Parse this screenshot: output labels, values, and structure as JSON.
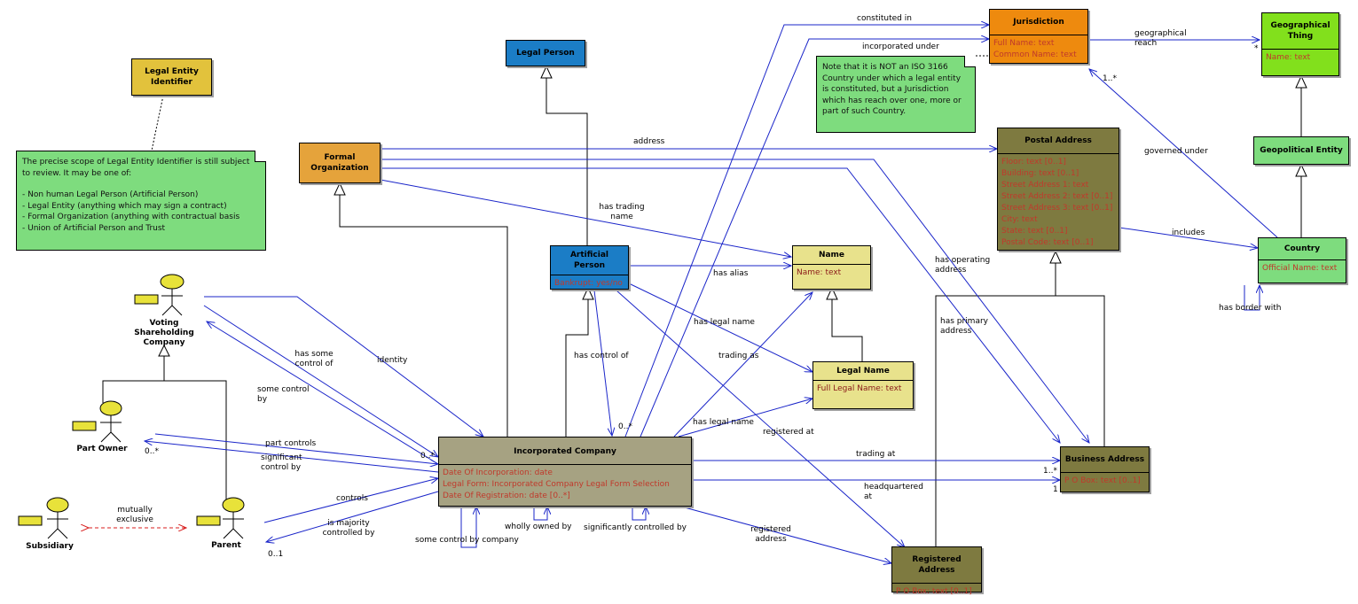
{
  "classes": {
    "legal_entity_identifier": {
      "name": "Legal Entity Identifier"
    },
    "legal_person": {
      "name": "Legal Person"
    },
    "formal_organization": {
      "name": "Formal Organization"
    },
    "artificial_person": {
      "name": "Artificial Person",
      "attrs": [
        "Bankrupt:  yes/no"
      ]
    },
    "name": {
      "name": "Name",
      "attrs": [
        "Name:  text"
      ]
    },
    "legal_name": {
      "name": "Legal Name",
      "attrs": [
        "Full Legal Name:  text"
      ]
    },
    "jurisdiction": {
      "name": "Jurisdiction",
      "attrs": [
        "Full Name:  text",
        "Common Name:  text"
      ]
    },
    "geographical_thing": {
      "name": "Geographical Thing",
      "attrs": [
        "Name:  text"
      ]
    },
    "geopolitical_entity": {
      "name": "Geopolitical Entity"
    },
    "country": {
      "name": "Country",
      "attrs": [
        "Official Name:  text"
      ]
    },
    "postal_address": {
      "name": "Postal Address",
      "attrs": [
        "Floor:  text [0..1]",
        "Building:  text [0..1]",
        "Street Address 1:  text",
        "Street Address 2:  text [0..1]",
        "Street Address 3:  text [0..1]",
        "City:  text",
        "State:  text [0..1]",
        "Postal Code:  text [0..1]"
      ]
    },
    "incorporated_company": {
      "name": "Incorporated Company",
      "attrs": [
        "Date Of Incorporation:  date",
        "Legal Form:  Incorporated Company Legal Form Selection",
        "Date Of Registration:  date [0..*]"
      ]
    },
    "business_address": {
      "name": "Business Address",
      "attrs": [
        "P O Box:  text [0..1]"
      ]
    },
    "registered_address": {
      "name": "Registered Address",
      "attrs": [
        "P O Box:  text [0..1]"
      ]
    }
  },
  "notes": {
    "lei_note": {
      "line1": "The precise scope of Legal Entity Identifier is still subject to review. It may be one of:",
      "items": [
        "- Non human Legal Person (Artificial Person)",
        "- Legal Entity (anything which may sign a contract)",
        "- Formal Organization (anything with contractual basis",
        "- Union of Artificial Person and Trust"
      ]
    },
    "jurisdiction_note": {
      "text": "Note that it is NOT an ISO 3166 Country under which a legal entity is constituted, but a Jurisdiction which has reach over one, more or part of such Country."
    }
  },
  "actors": {
    "voting": "Voting Shareholding Company",
    "part_owner": "Part Owner",
    "subsidiary": "Subsidiary",
    "parent": "Parent"
  },
  "labels": {
    "constituted_in": "constituted in",
    "incorporated_under": "incorporated under",
    "geographical_reach": "geographical reach",
    "address": "address",
    "has_trading_name": "has trading name",
    "has_alias": "has alias",
    "has_legal_name_1": "has legal name",
    "has_legal_name_2": "has legal name",
    "has_control_of": "has control of",
    "trading_as": "trading as",
    "identity": "identity",
    "has_some_control_of": "has some control of",
    "some_control_by": "some control by",
    "part_controls": "part controls",
    "significant_control_by": "significant control by",
    "controls": "controls",
    "is_majority_controlled_by": "is majority controlled by",
    "mutually_exclusive": "mutually exclusive",
    "some_control_by_company": "some control by company",
    "wholly_owned_by": "wholly owned by",
    "significantly_controlled_by": "significantly controlled by",
    "registered_address": "registered address",
    "registered_at": "registered at",
    "trading_at": "trading at",
    "headquartered_at": "headquartered at",
    "has_operating_address": "has operating address",
    "has_primary_address": "has primary address",
    "governed_under": "governed under",
    "includes": "includes",
    "has_border_with": "has border with"
  },
  "multiplicities": {
    "m_0_star_ic": "0..*",
    "m_0_ic": "0..*",
    "m_0_star_po": "0..*",
    "m_0_1_parent": "0..1",
    "m_1_star_jur": "1..*",
    "m_star_geo": "*",
    "m_1_star_ba": "1..*",
    "m_1_ba": "1",
    "m_0_art": "0..*"
  },
  "colors": {
    "legal_entity_identifier": "#e2c23c",
    "legal_person": "#1b7dc6",
    "formal_organization": "#e5a33b",
    "artificial_person": "#1b7dc6",
    "name": "#e8e28c",
    "jurisdiction": "#ee8a0e",
    "geographical_thing": "#82e01c",
    "geopolitical_entity": "#7edc7e",
    "postal_address": "#7e7a40",
    "incorporated_company": "#a6a282",
    "note": "#7edc7e",
    "line": "#1a25c9",
    "actor": "#e8e23a",
    "mutex": "#d81e1e"
  }
}
